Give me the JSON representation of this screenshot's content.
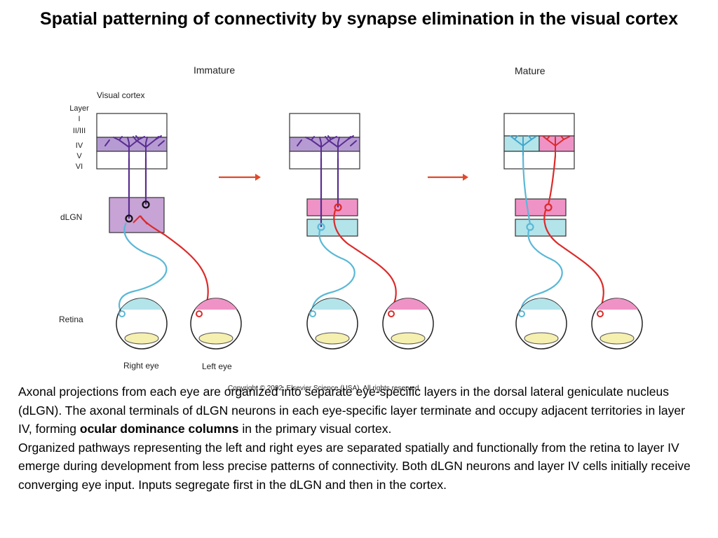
{
  "slide": {
    "title": "Spatial patterning of connectivity by synapse elimination in the visual cortex"
  },
  "figure": {
    "stage_labels": {
      "immature": "Immature",
      "mature": "Mature"
    },
    "cortex_label": "Visual cortex",
    "layer_labels": [
      "Layer",
      "I",
      "II/III",
      "IV",
      "V",
      "VI"
    ],
    "dlgn_label": "dLGN",
    "retina_label": "Retina",
    "eye_labels": {
      "right": "Right eye",
      "left": "Left eye"
    },
    "copyright": "Copyright © 2002, Elsevier Science (USA). All rights reserved.",
    "colors": {
      "right_eye": "#5ab8d6",
      "left_eye": "#dd2a2a",
      "converging": "#6a3fa0",
      "dlgn_immature": "#c7a3d6",
      "dlgn_left_layer": "#ef93c6",
      "dlgn_right_layer": "#b3e4ea",
      "layer_iv": "#b59bd2",
      "arrow": "#e04a2a"
    }
  },
  "caption": {
    "p1_before": "Axonal projections from each eye are organized into separate eye-specific layers in the dorsal lateral geniculate nucleus (dLGN). The axonal terminals of dLGN neurons in each eye-specific layer terminate and occupy adjacent territories in layer IV, forming ",
    "p1_bold": "ocular dominance columns",
    "p1_after": " in the primary visual cortex.",
    "p2": "Organized pathways representing the left and right eyes are separated spatially and functionally from the retina to layer IV emerge during development from less precise patterns of connectivity. Both dLGN neurons and layer IV cells initially receive converging eye input. Inputs segregate first in the dLGN and then in the cortex."
  }
}
